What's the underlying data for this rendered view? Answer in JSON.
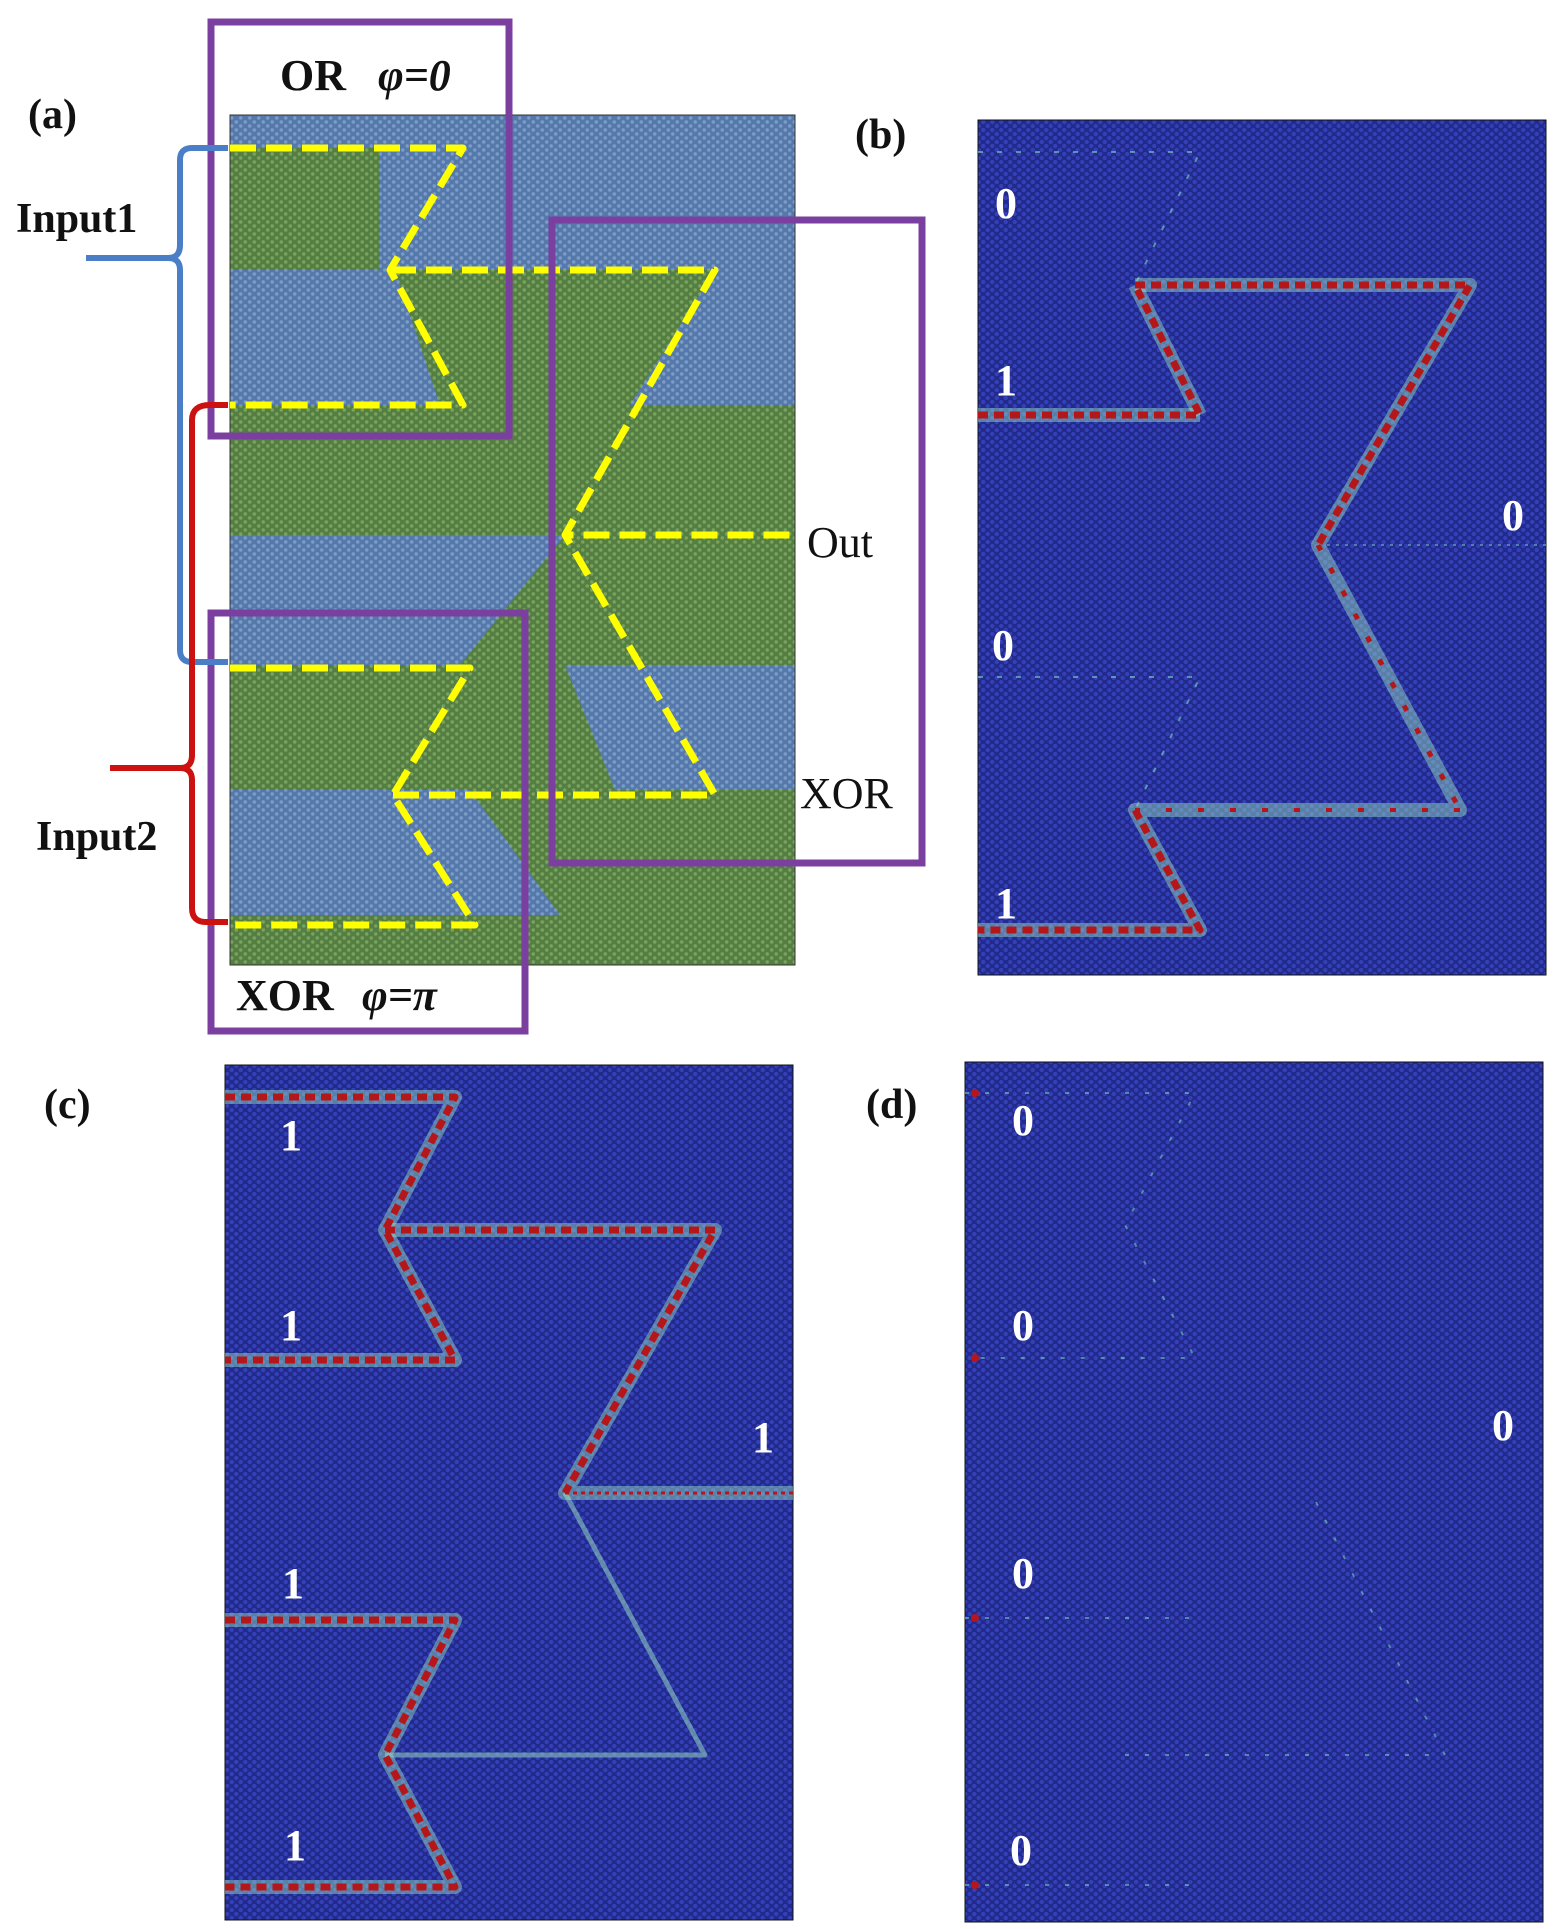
{
  "panel_a": {
    "panel_label": "(a)",
    "or_label": "OR",
    "or_phase": "φ=0",
    "xor_label": "XOR",
    "xor_phase": "φ=π",
    "input1_label": "Input1",
    "input2_label": "Input2",
    "out_label": "Out",
    "xor_right_label": "XOR",
    "colors": {
      "blue_region": "#5b7fae",
      "green_region": "#5c8a4a",
      "yellow_path": "#ffff00",
      "purple_box": "#7b3fa0",
      "input1_bracket": "#4a7fc8",
      "input2_bracket": "#cc1111"
    }
  },
  "panel_b": {
    "panel_label": "(b)",
    "top_input": "0",
    "second_input": "1",
    "third_input": "0",
    "bottom_input": "1",
    "output": "0"
  },
  "panel_c": {
    "panel_label": "(c)",
    "top_input": "1",
    "second_input": "1",
    "third_input": "1",
    "bottom_input": "1",
    "output": "1"
  },
  "panel_d": {
    "panel_label": "(d)",
    "top_input": "0",
    "second_input": "0",
    "third_input": "0",
    "bottom_input": "0",
    "output": "0"
  },
  "colors": {
    "field_background": "#2a2a9e",
    "mode_red": "#b5161a",
    "mode_glow": "#b0f0d0"
  }
}
